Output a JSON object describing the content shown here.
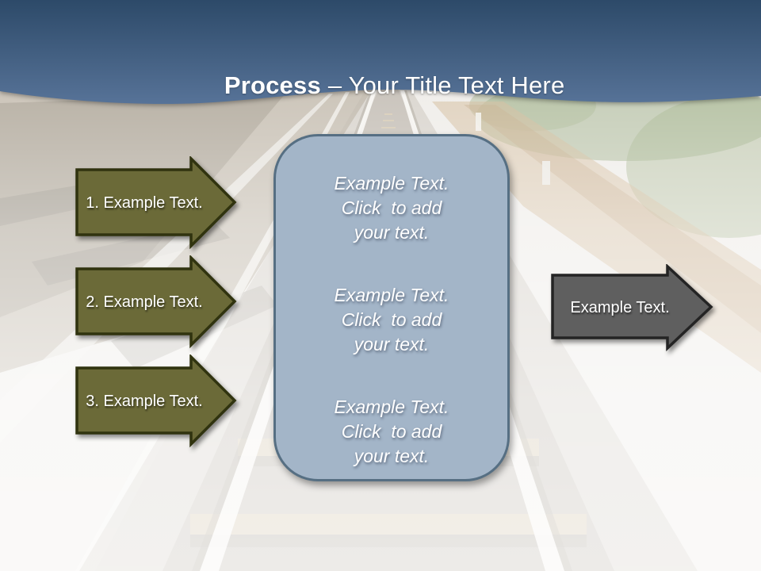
{
  "title": {
    "emphasis": "Process",
    "rest": "– Your Title Text Here"
  },
  "left_arrows": [
    {
      "label": "1. Example Text."
    },
    {
      "label": "2. Example Text."
    },
    {
      "label": "3. Example Text."
    }
  ],
  "center_panel": {
    "paragraphs": [
      "Example Text.\nClick  to add\nyour text.",
      "Example Text.\nClick  to add\nyour text.",
      "Example Text.\nClick  to add\nyour text."
    ]
  },
  "right_arrow": {
    "label": "Example Text."
  },
  "colors": {
    "header_top": "#2d4a69",
    "header_bottom": "#577398",
    "olive_fill": "#6b6a38",
    "olive_border": "#30330f",
    "panel_fill": "#a3b5c8",
    "panel_border": "#566f83",
    "gray_fill": "#5f5f5f",
    "gray_border": "#242424",
    "text": "#ffffff"
  }
}
